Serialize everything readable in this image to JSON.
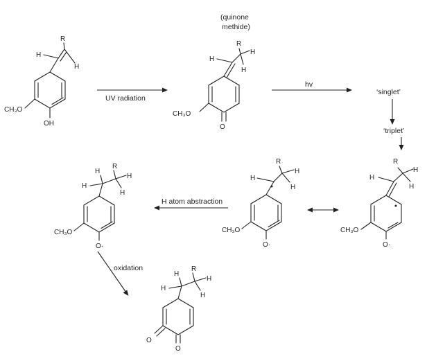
{
  "atoms": {
    "R": "R",
    "H": "H",
    "methoxy": "CH₃O",
    "hydroxyl": "OH",
    "oxygen": "O",
    "oxygen_radical": "O·"
  },
  "labels": {
    "quinone_methide_line1": "(quinone",
    "quinone_methide_line2": "methide)",
    "uv_radiation": "UV radiation",
    "hv": "hv",
    "singlet": "‘singlet’",
    "triplet": "‘triplet’",
    "h_abstraction": "H atom abstraction",
    "oxidation": "oxidation"
  }
}
